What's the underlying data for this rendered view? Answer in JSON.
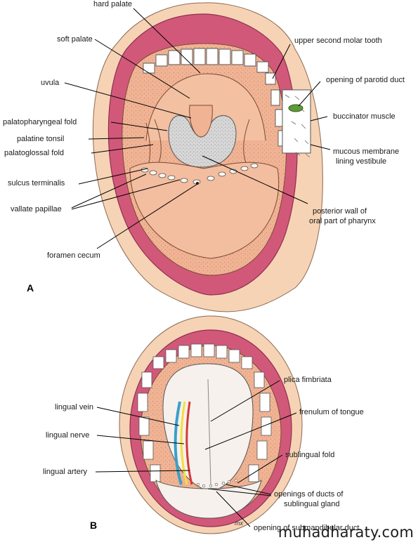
{
  "panels": {
    "a": "A",
    "b": "B"
  },
  "labels_a": {
    "hard_palate": "hard palate",
    "soft_palate": "soft palate",
    "uvula": "uvula",
    "palatopharyngeal_fold": "palatopharyngeal fold",
    "palatine_tonsil": "palatine tonsil",
    "palatoglossal_fold": "palatoglossal fold",
    "sulcus_terminalis": "sulcus terminalis",
    "vallate_papillae": "vallate papillae",
    "foramen_cecum": "foramen cecum",
    "upper_second_molar_tooth": "upper second molar tooth",
    "opening_of_parotid_duct": "opening of parotid duct",
    "buccinator_muscle": "buccinator muscle",
    "mucous_membrane_1": "mucous membrane",
    "mucous_membrane_2": "lining vestibule",
    "posterior_wall_1": "posterior wall of",
    "posterior_wall_2": "oral part of pharynx"
  },
  "labels_b": {
    "plica_fimbriata": "plica fimbriata",
    "frenulum_of_tongue": "frenulum of tongue",
    "lingual_vein": "lingual vein",
    "lingual_nerve": "lingual nerve",
    "lingual_artery": "lingual artery",
    "sublingual_fold": "sublingual fold",
    "openings_ducts_1": "openings of ducts of",
    "openings_ducts_2": "sublingual gland",
    "opening_submandibular": "opening of submandibular duct"
  },
  "artist_signature": "mx",
  "watermark": "muhadharaty.com",
  "colors": {
    "lip": "#d2587a",
    "lip_dark": "#a83a5c",
    "oral_mucosa": "#f0b394",
    "skin": "#f6d3b4",
    "pharynx": "#c9c9c9",
    "tooth": "#ffffff",
    "parotid_opening": "#5f9a3a",
    "lingual_vein": "#3a9fc9",
    "lingual_nerve": "#f2e03a",
    "lingual_artery": "#d23a3a"
  }
}
